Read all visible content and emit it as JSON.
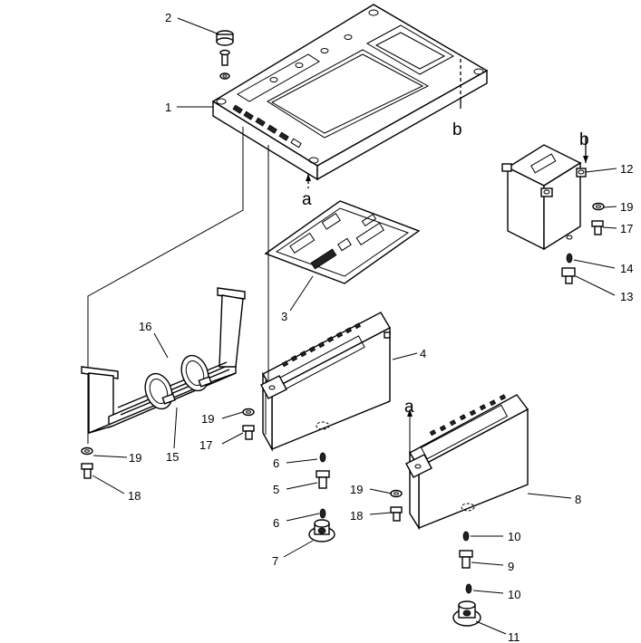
{
  "callouts": [
    {
      "key": "c1",
      "text": "1"
    },
    {
      "key": "c2",
      "text": "2"
    },
    {
      "key": "c3",
      "text": "3"
    },
    {
      "key": "c4",
      "text": "4"
    },
    {
      "key": "c5",
      "text": "5"
    },
    {
      "key": "c6a",
      "text": "6"
    },
    {
      "key": "c6b",
      "text": "6"
    },
    {
      "key": "c7",
      "text": "7"
    },
    {
      "key": "c8",
      "text": "8"
    },
    {
      "key": "c9",
      "text": "9"
    },
    {
      "key": "c10a",
      "text": "10"
    },
    {
      "key": "c10b",
      "text": "10"
    },
    {
      "key": "c11",
      "text": "11"
    },
    {
      "key": "c12",
      "text": "12"
    },
    {
      "key": "c13",
      "text": "13"
    },
    {
      "key": "c14",
      "text": "14"
    },
    {
      "key": "c15",
      "text": "15"
    },
    {
      "key": "c16",
      "text": "16"
    },
    {
      "key": "c17a",
      "text": "17"
    },
    {
      "key": "c17b",
      "text": "17"
    },
    {
      "key": "c18a",
      "text": "18"
    },
    {
      "key": "c18b",
      "text": "18"
    },
    {
      "key": "c19a",
      "text": "19"
    },
    {
      "key": "c19b",
      "text": "19"
    },
    {
      "key": "c19c",
      "text": "19"
    },
    {
      "key": "c19d",
      "text": "19"
    }
  ],
  "refs": {
    "a_top": "a",
    "a_lower": "a",
    "b_top": "b",
    "b_right": "b"
  }
}
